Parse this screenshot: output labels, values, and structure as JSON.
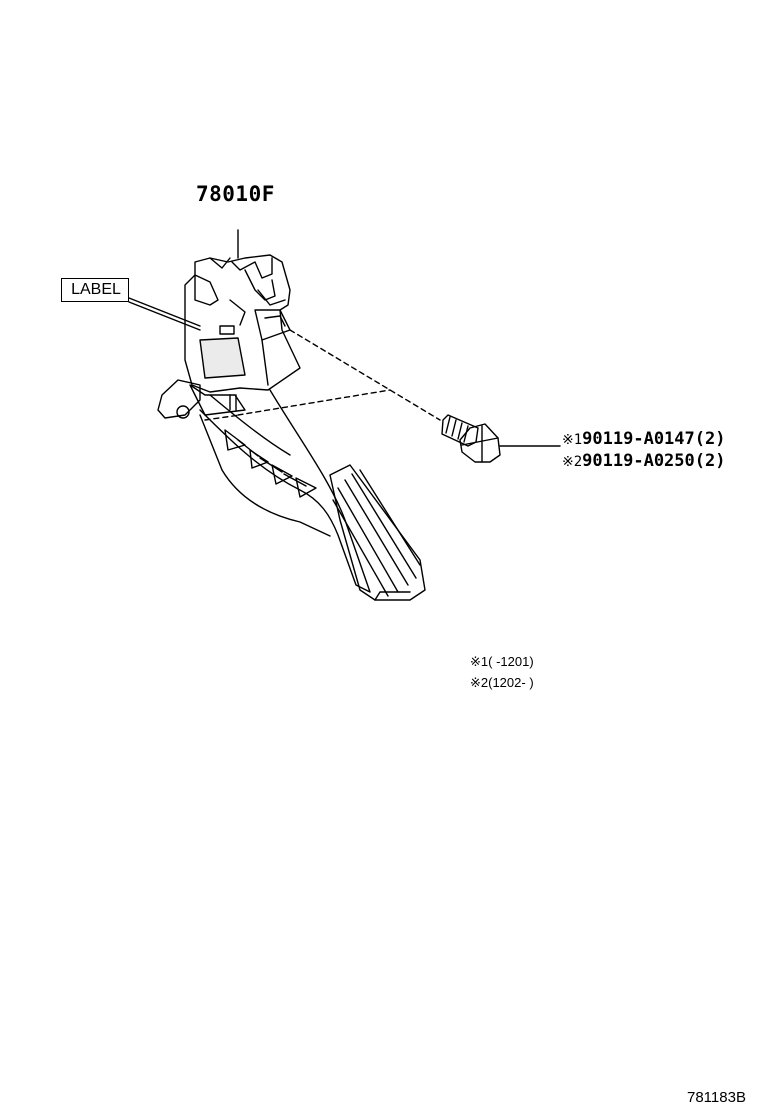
{
  "callouts": {
    "main_part": "78010F",
    "label": "LABEL"
  },
  "bolts": [
    {
      "mark": "※1",
      "part": "90119-A0147(2)"
    },
    {
      "mark": "※2",
      "part": "90119-A0250(2)"
    }
  ],
  "notes": [
    {
      "mark": "※1",
      "range": "(    -1201)"
    },
    {
      "mark": "※2",
      "range": "(1202-    )"
    }
  ],
  "figure_id": "781183B"
}
